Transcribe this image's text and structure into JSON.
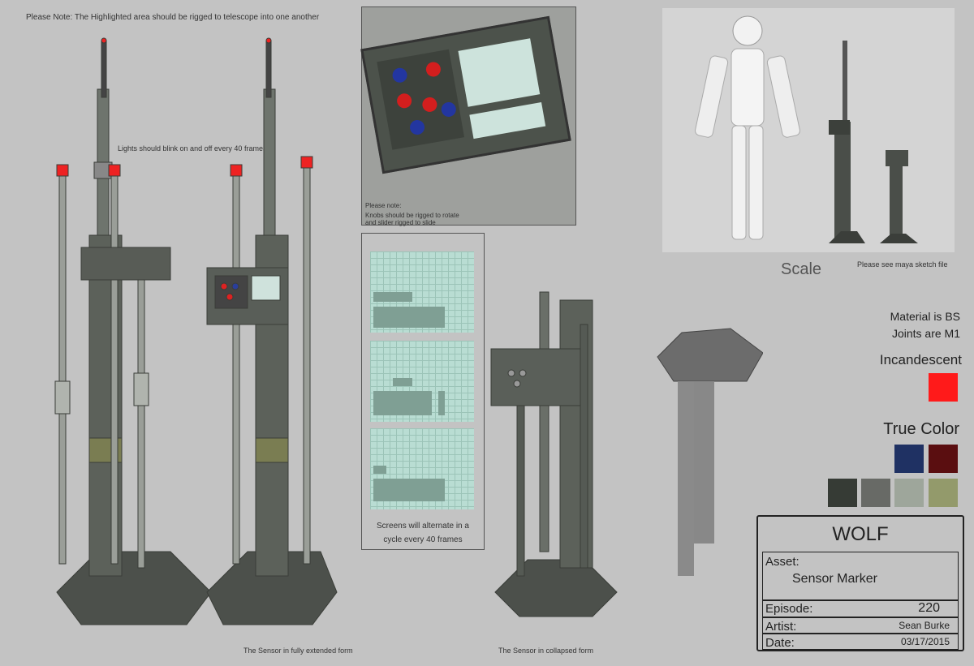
{
  "notes": {
    "telescope": "Please Note: The Highlighted area should be rigged to telescope into one another",
    "lights": "Lights should blink on and off every 40 frames",
    "knobs_title": "Please note:",
    "knobs_body_1": "Knobs should be rigged to rotate",
    "knobs_body_2": "and slider rigged to slide",
    "screens_1": "Screens will alternate in a",
    "screens_2": "cycle every 40 frames",
    "scale": "Scale",
    "maya": "Please see maya sketch file",
    "extended": "The Sensor in fully extended form",
    "collapsed": "The Sensor in collapsed form"
  },
  "materials": {
    "material": "Material is BS",
    "joints": "Joints are M1",
    "incandescent_label": "Incandescent",
    "incandescent_color": "#ff1a1a",
    "true_color_label": "True Color",
    "true_colors": [
      "#1f3163",
      "#5a0e10",
      "#363b35",
      "#686a66",
      "#9ea69b",
      "#939a6b"
    ]
  },
  "title_block": {
    "title": "WOLF",
    "asset_label": "Asset:",
    "asset": "Sensor Marker",
    "episode_label": "Episode:",
    "episode": "220",
    "artist_label": "Artist:",
    "artist": "Sean Burke",
    "date_label": "Date:",
    "date": "03/17/2015"
  }
}
